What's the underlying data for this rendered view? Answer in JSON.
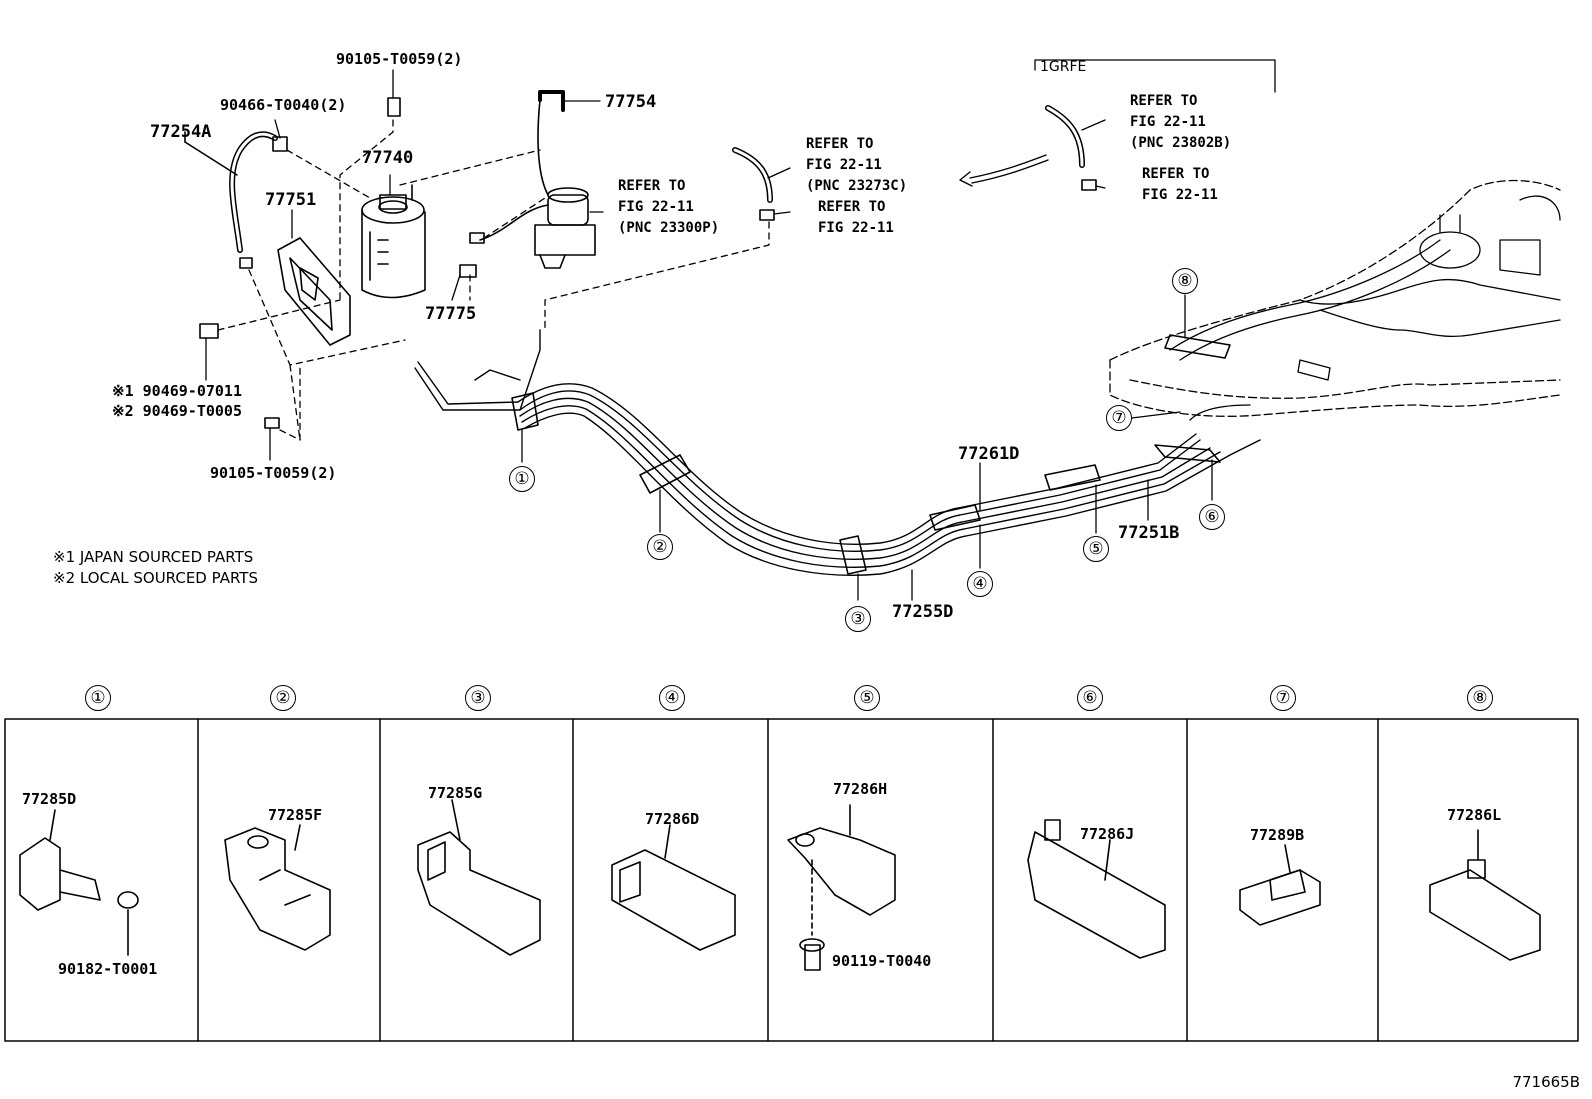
{
  "callouts": {
    "p90105_top": "90105-T0059(2)",
    "p90466": "90466-T0040(2)",
    "p77254A": "77254A",
    "p77740": "77740",
    "p77754": "77754",
    "p77751": "77751",
    "p77775": "77775",
    "p90469_a": "※1 90469-07011",
    "p90469_b": "※2 90469-T0005",
    "p90105_bot": "90105-T0059(2)",
    "p77261D": "77261D",
    "p77251B": "77251B",
    "p77255D": "77255D"
  },
  "refs": {
    "ref1": "REFER TO\nFIG 22-11\n(PNC 23300P)",
    "ref2": "REFER TO\nFIG 22-11\n(PNC 23273C)",
    "ref3": "REFER TO\nFIG 22-11",
    "ref4": "REFER TO\nFIG 22-11\n(PNC 23802B)",
    "ref5": "REFER TO\nFIG 22-11",
    "engine_code": "1GRFE"
  },
  "notes": {
    "note1": "※1 JAPAN SOURCED PARTS",
    "note2": "※2 LOCAL SOURCED PARTS"
  },
  "circle_markers": [
    "①",
    "②",
    "③",
    "④",
    "⑤",
    "⑥",
    "⑦",
    "⑧"
  ],
  "circle_numbers": [
    "1",
    "2",
    "3",
    "4",
    "5",
    "6",
    "7",
    "8"
  ],
  "panels": [
    {
      "num": "1",
      "part": "77285D",
      "extra": "90182-T0001"
    },
    {
      "num": "2",
      "part": "77285F",
      "extra": ""
    },
    {
      "num": "3",
      "part": "77285G",
      "extra": ""
    },
    {
      "num": "4",
      "part": "77286D",
      "extra": ""
    },
    {
      "num": "5",
      "part": "77286H",
      "extra": "90119-T0040"
    },
    {
      "num": "6",
      "part": "77286J",
      "extra": ""
    },
    {
      "num": "7",
      "part": "77289B",
      "extra": ""
    },
    {
      "num": "8",
      "part": "77286L",
      "extra": ""
    }
  ],
  "diagram_id": "771665B"
}
